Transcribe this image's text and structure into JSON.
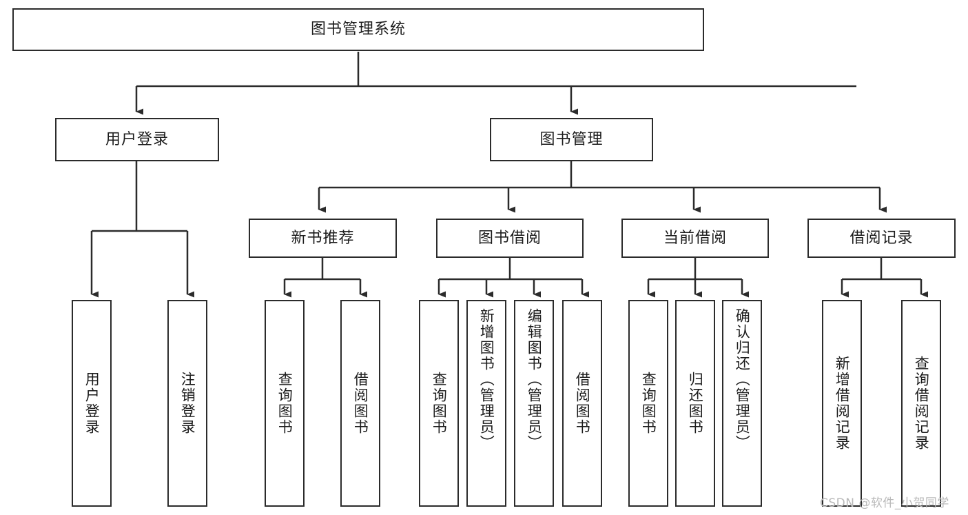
{
  "diagram": {
    "title": "图书管理系统",
    "watermark": "CSDN @软件_小贺同学",
    "line_color": "#2b2b2b",
    "box_border_color": "#2b2b2b",
    "box_fill": "#ffffff",
    "text_color": "#1c1c1c",
    "nodes": {
      "root": "图书管理系统",
      "user_login": "用户登录",
      "book_manage": "图书管理",
      "new_book_rec": "新书推荐",
      "book_borrow": "图书借阅",
      "current_borrow": "当前借阅",
      "borrow_record": "借阅记录",
      "leaf_user_login": "用户登录",
      "leaf_logout_login": "注销登录",
      "leaf_query_book_1": "查询图书",
      "leaf_borrow_book_1": "借阅图书",
      "leaf_query_book_2": "查询图书",
      "leaf_add_book_admin": "新增图书（管理员）",
      "leaf_edit_book_admin": "编辑图书（管理员）",
      "leaf_borrow_book_2": "借阅图书",
      "leaf_query_book_3": "查询图书",
      "leaf_return_book": "归还图书",
      "leaf_confirm_return_admin": "确认归还（管理员）",
      "leaf_add_borrow_record": "新增借阅记录",
      "leaf_query_borrow_record": "查询借阅记录"
    }
  },
  "chart_data": {
    "type": "table",
    "title": "图书管理系统 功能结构图",
    "tree": {
      "label": "图书管理系统",
      "children": [
        {
          "label": "用户登录",
          "children": [
            {
              "label": "用户登录",
              "children": []
            },
            {
              "label": "注销登录",
              "children": []
            }
          ]
        },
        {
          "label": "图书管理",
          "children": [
            {
              "label": "新书推荐",
              "children": [
                {
                  "label": "查询图书",
                  "children": []
                },
                {
                  "label": "借阅图书",
                  "children": []
                }
              ]
            },
            {
              "label": "图书借阅",
              "children": [
                {
                  "label": "查询图书",
                  "children": []
                },
                {
                  "label": "新增图书（管理员）",
                  "children": []
                },
                {
                  "label": "编辑图书（管理员）",
                  "children": []
                },
                {
                  "label": "借阅图书",
                  "children": []
                }
              ]
            },
            {
              "label": "当前借阅",
              "children": [
                {
                  "label": "查询图书",
                  "children": []
                },
                {
                  "label": "归还图书",
                  "children": []
                },
                {
                  "label": "确认归还（管理员）",
                  "children": []
                }
              ]
            },
            {
              "label": "借阅记录",
              "children": [
                {
                  "label": "新增借阅记录",
                  "children": []
                },
                {
                  "label": "查询借阅记录",
                  "children": []
                }
              ]
            }
          ]
        }
      ]
    }
  }
}
